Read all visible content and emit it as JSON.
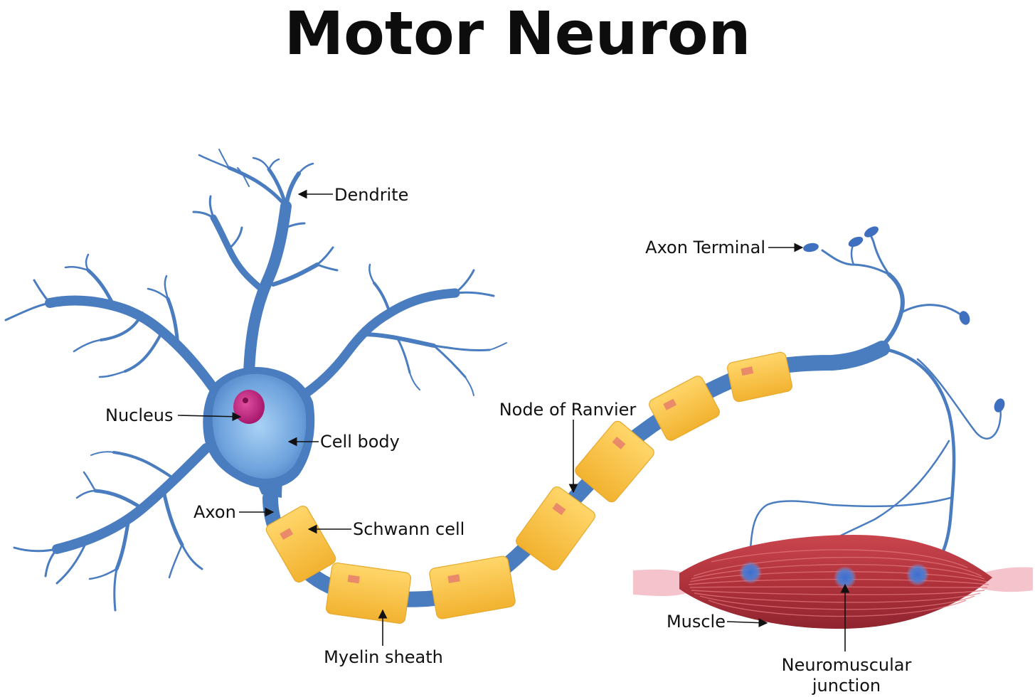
{
  "title": "Motor Neuron",
  "labels": {
    "dendrite": "Dendrite",
    "nucleus": "Nucleus",
    "cell_body": "Cell body",
    "axon": "Axon",
    "schwann_cell": "Schwann cell",
    "myelin_sheath": "Myelin sheath",
    "node_of_ranvier": "Node of Ranvier",
    "axon_terminal": "Axon Terminal",
    "muscle": "Muscle",
    "nmj_line1": "Neuromuscular",
    "nmj_line2": "junction"
  },
  "colors": {
    "neuron": "#4a7cc0",
    "neuron_dark": "#3d6cb0",
    "cell_body_fill": "#7fb3e6",
    "nucleus": "#c2237f",
    "myelin": "#f6c240",
    "myelin_light": "#ffd66a",
    "schwann_nucleus": "#e98a6a",
    "muscle": "#b5353e",
    "tendon": "#f4c3cb"
  }
}
